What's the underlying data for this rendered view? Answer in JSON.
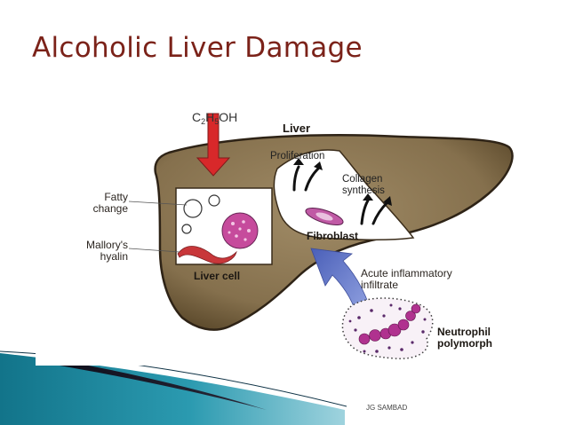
{
  "slide": {
    "title": "Alcoholic Liver Damage",
    "footer": "JG SAMBAD"
  },
  "diagram": {
    "formula": {
      "c": "C",
      "c_sub": "2",
      "h": "H",
      "h_sub": "5",
      "oh": "OH"
    },
    "labels": {
      "liver": "Liver",
      "proliferation": "Proliferation",
      "collagen_synthesis": "Collagen\nsynthesis",
      "fatty_change": "Fatty\nchange",
      "mallorys_hyalin": "Mallory's\nhyalin",
      "fibroblast": "Fibroblast",
      "liver_cell": "Liver cell",
      "acute_inflammatory_infiltrate": "Acute inflammatory\ninfiltrate",
      "neutrophil_polymorph": "Neutrophil\npolymorph"
    }
  },
  "colors": {
    "title": "#7b2219",
    "liver_fill": "#8a7551",
    "arrow_red": "#d8282a",
    "arrow_blue": "#5d74c8",
    "stain_purple": "#b0328f"
  }
}
